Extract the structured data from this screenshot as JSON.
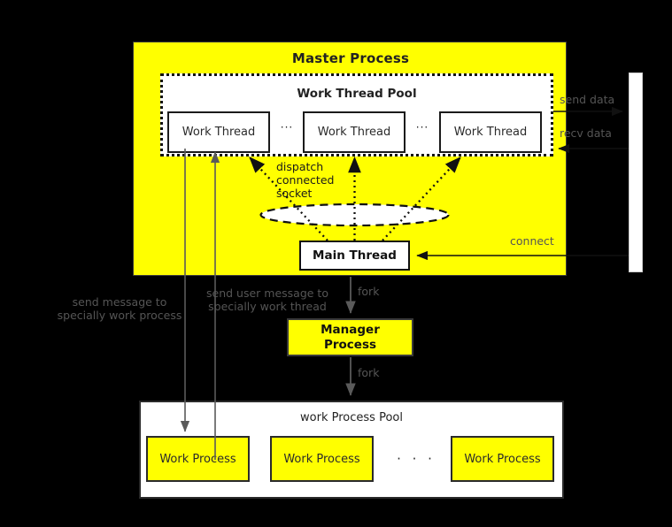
{
  "diagram": {
    "title": "Master Process architecture",
    "colors": {
      "process_fill": "#FFFF00",
      "pool_fill": "#FFFFFF",
      "background": "#000000",
      "annotation_gray": "#555555",
      "box_border": "#1b1b1b"
    }
  },
  "master": {
    "title": "Master Process",
    "thread_pool": {
      "title": "Work Thread Pool",
      "threads": [
        {
          "label": "Work Thread"
        },
        {
          "label": "Work Thread"
        },
        {
          "label": "Work Thread"
        }
      ],
      "ellipsis": "···"
    },
    "dispatch_label": "dispatch\nconnected\nsocket",
    "dispatch_label_lines": [
      "dispatch",
      "connected",
      "socket"
    ],
    "main_thread": {
      "label": "Main Thread"
    }
  },
  "manager": {
    "line1": "Manager",
    "line2": "Process"
  },
  "process_pool": {
    "title": "work Process Pool",
    "processes": [
      {
        "label": "Work Process"
      },
      {
        "label": "Work Process"
      },
      {
        "label": "Work Process"
      }
    ],
    "ellipsis": "· · ·"
  },
  "annotations": {
    "send_data": "send data",
    "recv_data": "recv data",
    "connect": "connect",
    "fork_1": "fork",
    "fork_2": "fork",
    "send_message_to_process": "send message to\nspecially work process",
    "send_message_to_process_lines": [
      "send message to",
      "specially work process"
    ],
    "send_user_message_to_thread": "send user message to\nspecially work thread",
    "send_user_message_to_thread_lines": [
      "send user message to",
      "specially work thread"
    ]
  }
}
